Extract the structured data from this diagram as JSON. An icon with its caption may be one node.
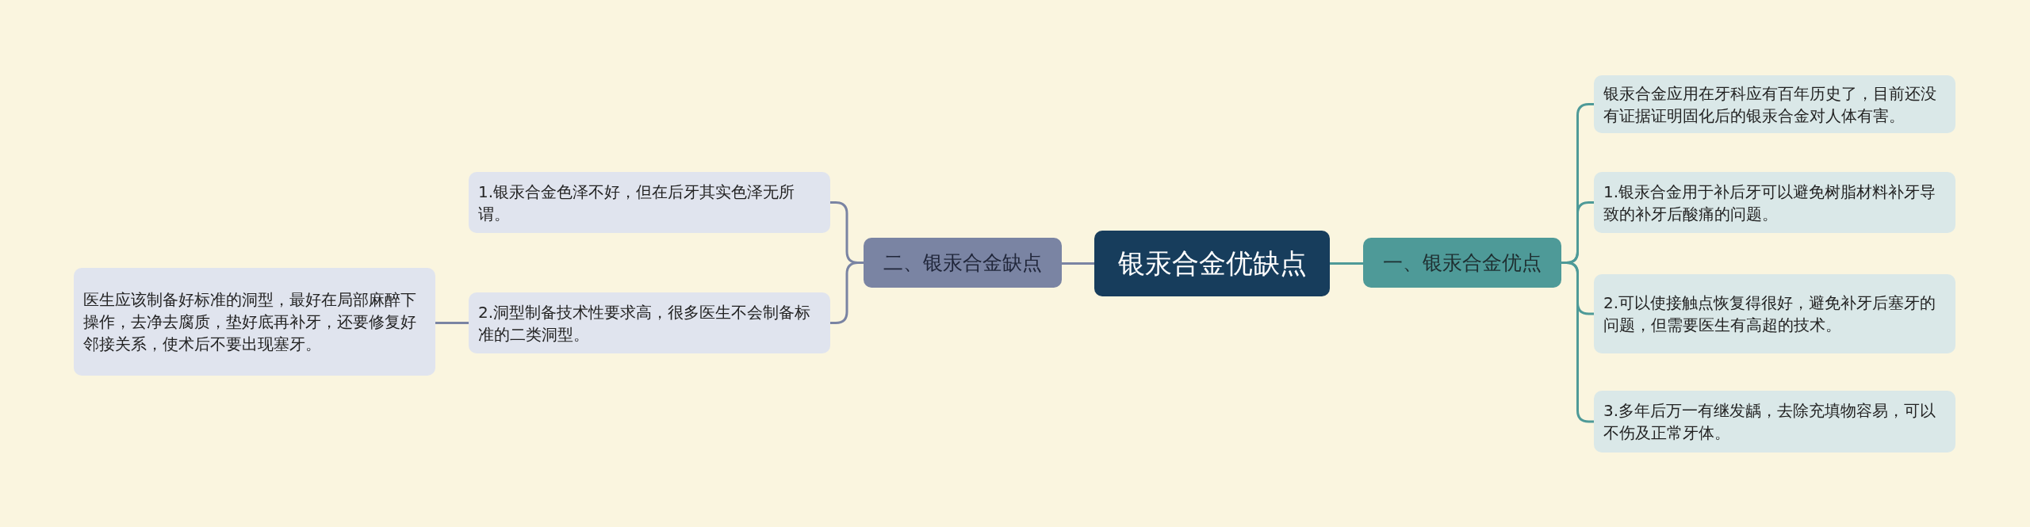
{
  "diagram": {
    "nodes": [
      {
        "text": [
          "银汞合金优缺点"
        ]
      },
      {
        "text": [
          "一、银汞合金优点"
        ]
      },
      {
        "text": [
          "银汞合金应用在牙科应有百年历史了，目前还没有证据证明固化后的银汞合金对人体有害。"
        ]
      },
      {
        "text": [
          "1.银汞合金用于补后牙可以避免树脂材料补牙导致的补牙后酸痛的问题。"
        ]
      },
      {
        "text": [
          "2.可以使接触点恢复得很好，避免补牙后塞牙的问题，但需要医生有高超的技术。"
        ]
      },
      {
        "text": [
          "3.多年后万一有继发龋，去除充填物容易，可以不伤及正常牙体。"
        ]
      },
      {
        "text": [
          "二、银汞合金缺点"
        ]
      },
      {
        "text": [
          "1.银汞合金色泽不好，但在后牙其实色泽无所谓。"
        ]
      },
      {
        "text": [
          "2.洞型制备技术性要求高，很多医生不会制备标准的二类洞型。"
        ]
      },
      {
        "text": [
          "医生应该制备好标准的洞型，最好在局部麻醉下操作，去净去腐质，垫好底再补牙，还要修复好邻接关系，使术后不要出现塞牙。"
        ]
      }
    ],
    "edges": [
      {
        "from": 0,
        "to": 1,
        "arrow": "none"
      },
      {
        "from": 1,
        "to": 2,
        "arrow": "none"
      },
      {
        "from": 1,
        "to": 3,
        "arrow": "none"
      },
      {
        "from": 1,
        "to": 4,
        "arrow": "none"
      },
      {
        "from": 1,
        "to": 5,
        "arrow": "none"
      },
      {
        "from": 0,
        "to": 6,
        "arrow": "none",
        "color": "#7a84a3"
      },
      {
        "from": 6,
        "to": 7,
        "arrow": "none",
        "color": "#7a84a3"
      },
      {
        "from": 6,
        "to": 8,
        "arrow": "none",
        "color": "#7a84a3"
      },
      {
        "from": 8,
        "to": 9,
        "arrow": "none",
        "color": "#7a84a3"
      }
    ]
  }
}
